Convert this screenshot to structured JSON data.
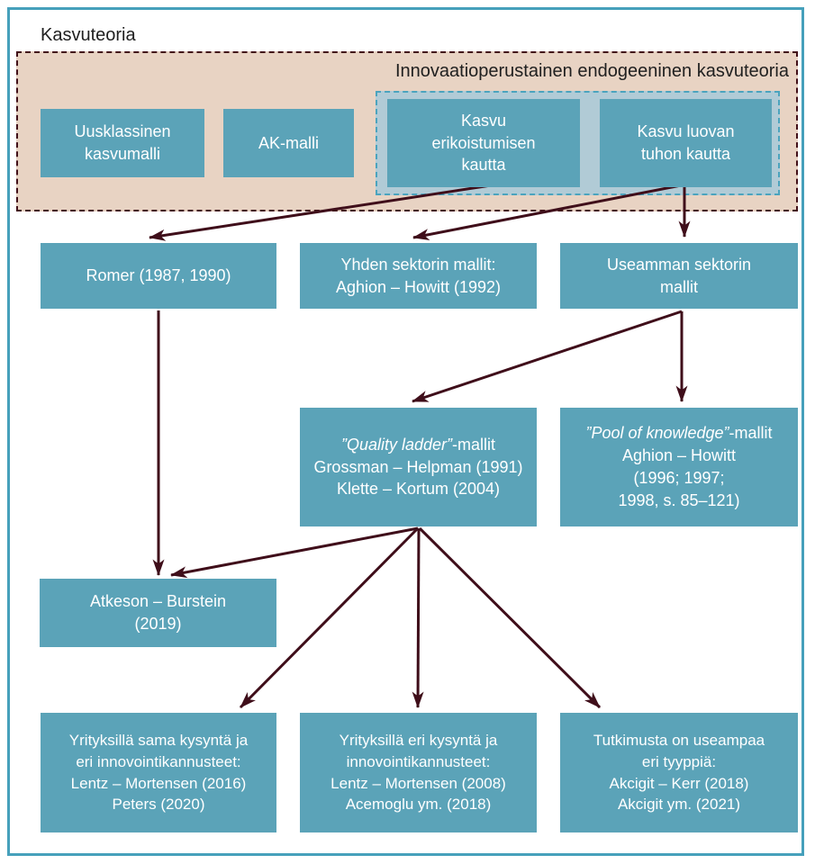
{
  "title": "Kasvuteoria",
  "groups": {
    "kasvuteoria_label": "Kasvuteoria",
    "innovation_label": "Innovaatioperustainen endogeeninen kasvuteoria"
  },
  "nodes": {
    "uusklassinen": {
      "label": "Uusklassinen\nkasvumalli"
    },
    "ak_malli": {
      "label": "AK-malli"
    },
    "kasvu_erikoistuminen": {
      "label": "Kasvu\nerikoistumisen\nkautta"
    },
    "kasvu_luova_tuho": {
      "label": "Kasvu luovan\ntuhon kautta"
    },
    "romer": {
      "label": "Romer (1987, 1990)"
    },
    "yhden_sektorin": {
      "label": "Yhden sektorin mallit:\nAghion – Howitt (1992)"
    },
    "useamman_sektorin": {
      "label": "Useamman sektorin\nmallit"
    },
    "quality_ladder": {
      "title_italic": "”Quality ladder”",
      "title_rest": "-mallit",
      "body": "Grossman – Helpman (1991)\nKlette – Kortum (2004)"
    },
    "pool_of_knowledge": {
      "title_italic": "”Pool of knowledge”",
      "title_rest": "-mallit",
      "body": "Aghion – Howitt\n(1996; 1997;\n1998, s. 85–121)"
    },
    "atkeson_burstein": {
      "label": "Atkeson – Burstein\n(2019)"
    },
    "sama_kysynta": {
      "label": "Yrityksillä sama kysyntä ja\neri innovointikannusteet:\nLentz – Mortensen (2016)\nPeters (2020)"
    },
    "eri_kysynta": {
      "label": "Yrityksillä eri kysyntä ja\ninnovointikannusteet:\nLentz – Mortensen (2008)\nAcemoglu ym. (2018)"
    },
    "tutkimusta": {
      "label": "Tutkimusta on useampaa\neri tyyppiä:\nAkcigit – Kerr (2018)\nAkcigit ym. (2021)"
    }
  },
  "colors": {
    "box_fill": "#5ba3b8",
    "box_text": "#ffffff",
    "frame_border": "#46a0bb",
    "tan_fill": "#e8d3c3",
    "tan_border": "#421019",
    "inner_fill": "#b1cbd6",
    "inner_border": "#4ba4be",
    "arrow": "#3f0e1a",
    "text_dark": "#202020"
  }
}
